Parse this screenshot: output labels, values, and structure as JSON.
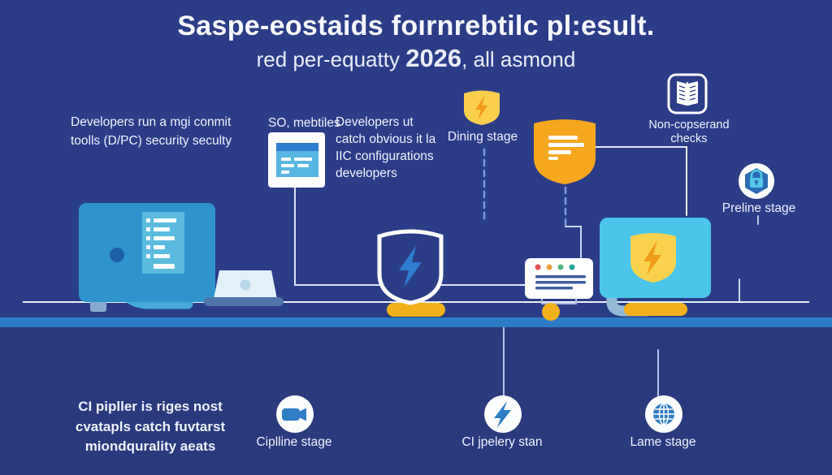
{
  "header": {
    "title": "Saspe-eostaids foırnrebtilc pl:esult.",
    "subtitle_prefix": "red per-equatty ",
    "subtitle_year": "2026",
    "subtitle_suffix": ", all asmond"
  },
  "notes": {
    "precommit": {
      "line1": "Developers run a mgi conmit",
      "line2": "toolls (D/PC) security seculty"
    },
    "card_caption": "SO, mebtiles",
    "ide": {
      "line1": "Developers ut",
      "line2": "catch obvious it la",
      "line3": "IIC configurations",
      "line4": "developers"
    },
    "pipeline": {
      "line1": "CI pipller is riges nost",
      "line2": "cvatapls catch fuvtarst",
      "line3": "miondqurality aeats"
    }
  },
  "stages": {
    "dining": {
      "label": "Dining stage"
    },
    "non_compliance": {
      "line1": "Non-copserand",
      "line2": "checks"
    },
    "preline": {
      "label": "Preline stage"
    },
    "cipline": {
      "label": "Ciplline stage"
    },
    "ci_delivery": {
      "label": "CI jpelery stan"
    },
    "lame": {
      "label": "Lame stage"
    }
  },
  "icons": {
    "browser_card": "browser-window",
    "white_shield": "shield-lightning-outline",
    "dining_shield": "shield-lightning-yellow",
    "policy_shield": "shield-text-orange",
    "monitor_shield": "shield-lightning-on-screen",
    "policy_book": "open-book",
    "lock_hexagon": "padlock-hexagon",
    "video_camera": "video-camera",
    "lightning": "lightning-bolt",
    "globe": "globe-grid"
  },
  "colors": {
    "background": "#2b3d87",
    "background_lower": "#293a7d",
    "shelf": "#2e7cc6",
    "accent_yellow": "#f2b11c",
    "shield_yellow": "#f8d24e",
    "shield_orange": "#f6a71e",
    "bolt_orange": "#f09c1a",
    "screen_cyan": "#49c6e9",
    "monitor_blue": "#2f94cd",
    "icon_blue": "#2e7dc5",
    "line_light": "#dce5f5",
    "dash_blue": "#7e9ad9",
    "text": "#eef2fb"
  }
}
